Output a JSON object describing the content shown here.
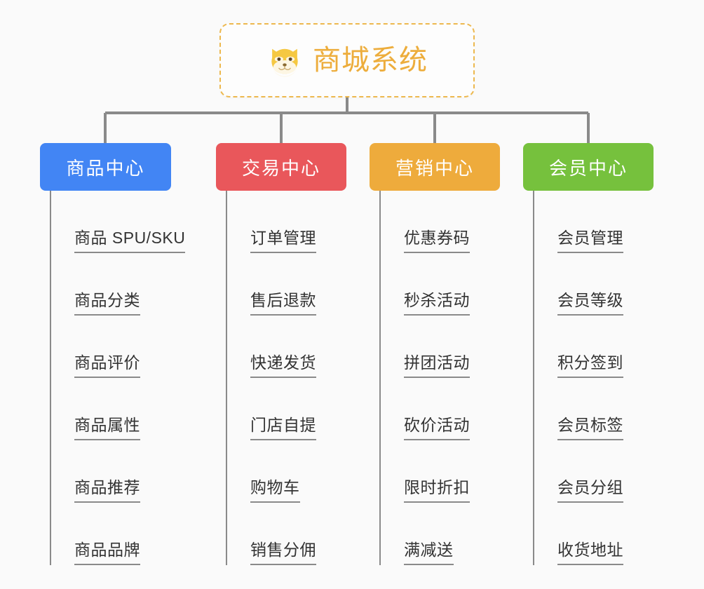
{
  "diagram": {
    "type": "mindmap",
    "background_color": "#fafafa",
    "root": {
      "title": "商城系统",
      "icon": "dog-face-icon",
      "text_color": "#edad3c",
      "border_color": "#edb84e",
      "border_style": "dashed"
    },
    "connector_color": "#8a8a8a",
    "branches": [
      {
        "id": "b1",
        "label": "商品中心",
        "color": "#4285f4",
        "leaves": [
          "商品 SPU/SKU",
          "商品分类",
          "商品评价",
          "商品属性",
          "商品推荐",
          "商品品牌"
        ]
      },
      {
        "id": "b2",
        "label": "交易中心",
        "color": "#e9575b",
        "leaves": [
          "订单管理",
          "售后退款",
          "快递发货",
          "门店自提",
          "购物车",
          "销售分佣"
        ]
      },
      {
        "id": "b3",
        "label": "营销中心",
        "color": "#eeab3c",
        "leaves": [
          "优惠券码",
          "秒杀活动",
          "拼团活动",
          "砍价活动",
          "限时折扣",
          "满减送"
        ]
      },
      {
        "id": "b4",
        "label": "会员中心",
        "color": "#76c13d",
        "leaves": [
          "会员管理",
          "会员等级",
          "积分签到",
          "会员标签",
          "会员分组",
          "收货地址"
        ]
      }
    ]
  }
}
